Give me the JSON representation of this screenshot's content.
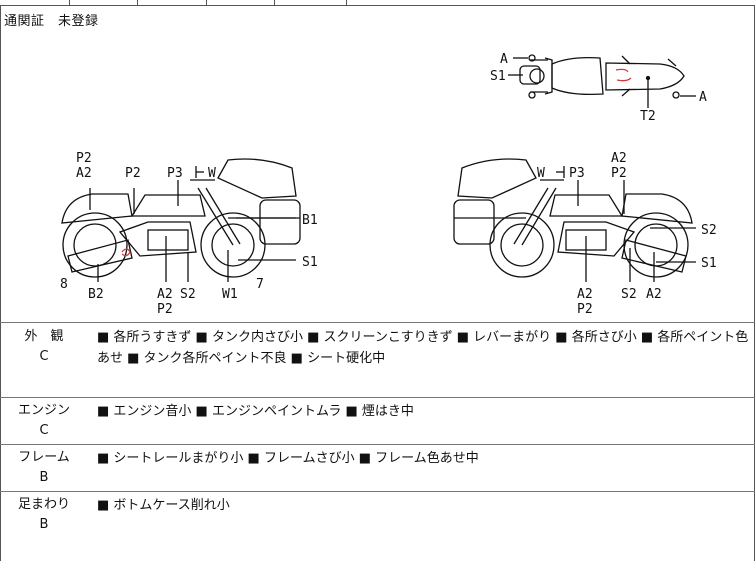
{
  "customs": "通関証　未登録",
  "labels": {
    "top_A1": "A",
    "top_S1": "S1",
    "top_A2": "A",
    "top_T2": "T2",
    "L_P2a": "P2",
    "L_A2a": "A2",
    "L_P2b": "P2",
    "L_P3": "P3",
    "L_W": "W",
    "L_B1": "B1",
    "L_S1": "S1",
    "L_8": "8",
    "L_B2": "B2",
    "L_A2b": "A2",
    "L_S2": "S2",
    "L_P2c": "P2",
    "L_W1": "W1",
    "L_7": "7",
    "R_W": "W",
    "R_P3": "P3",
    "R_A2a": "A2",
    "R_P2a": "P2",
    "R_S2": "S2",
    "R_S1": "S1",
    "R_A2b": "A2",
    "R_P2b": "P2",
    "R_S2b": "S2",
    "R_A2c": "A2"
  },
  "rows": [
    {
      "name": "外　観",
      "grade": "C",
      "text": "■ 各所うすきず ■ タンク内さび小 ■ スクリーンこすりきず ■ レバーまがり ■ 各所さび小 ■ 各所ペイント色あせ ■ タンク各所ペイント不良 ■ シート硬化中"
    },
    {
      "name": "エンジン",
      "grade": "C",
      "text": "■ エンジン音小 ■ エンジンペイントムラ ■ 煙はき中"
    },
    {
      "name": "フレーム",
      "grade": "B",
      "text": "■ シートレールまがり小 ■ フレームさび小 ■ フレーム色あせ中"
    },
    {
      "name": "足まわり",
      "grade": "B",
      "text": "■ ボトムケース削れ小"
    }
  ],
  "colors": {
    "line": "#111111",
    "accent": "#d23a3a"
  }
}
